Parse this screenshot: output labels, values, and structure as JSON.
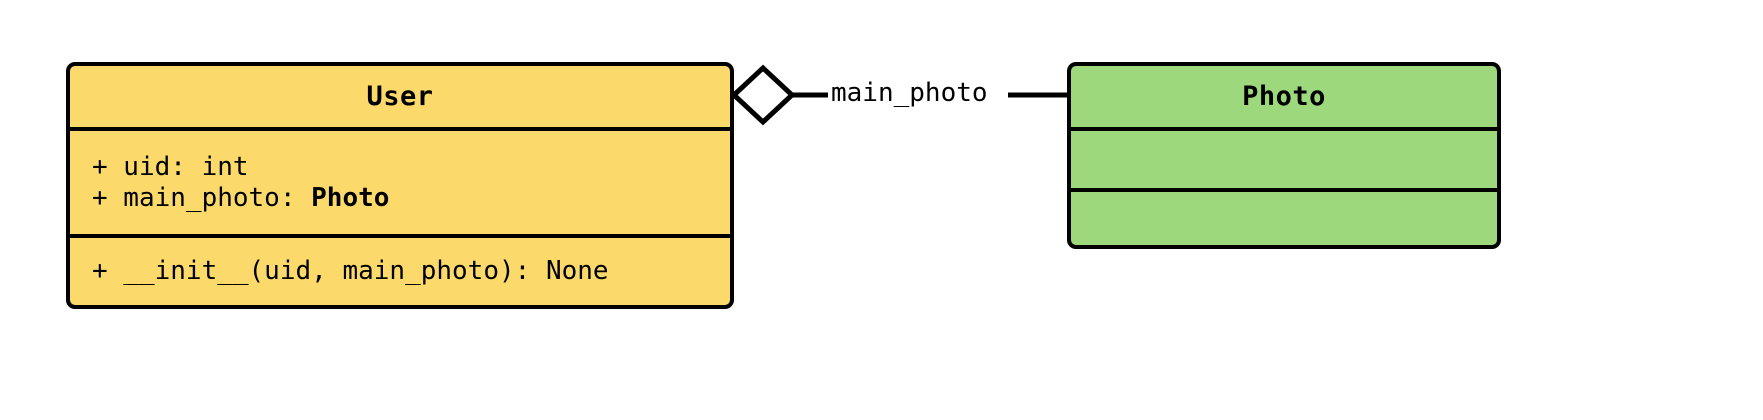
{
  "diagram": {
    "type": "uml-class-diagram",
    "background_color": "#FFFFFF",
    "stroke_color": "#000000",
    "classes": [
      {
        "id": "user",
        "name": "User",
        "fill_color": "#FCD96B",
        "attributes": [
          {
            "visibility": "+",
            "text": "+ uid: int",
            "prefix": "+ uid: int",
            "type_ref": ""
          },
          {
            "visibility": "+",
            "text": "+ main_photo: Photo",
            "prefix": "+ main_photo: ",
            "type_ref": "Photo"
          }
        ],
        "methods": [
          {
            "visibility": "+",
            "text": "+ __init__(uid, main_photo): None",
            "prefix": "+ __init__(uid, main_photo): None",
            "type_ref": ""
          }
        ]
      },
      {
        "id": "photo",
        "name": "Photo",
        "fill_color": "#9ED87C",
        "attributes": [],
        "methods": []
      }
    ],
    "relationships": [
      {
        "id": "main-photo-aggregation",
        "kind": "aggregation",
        "label": "main_photo",
        "source": "User",
        "target": "Photo",
        "marker": "hollow-diamond",
        "marker_fill": "#FFFFFF"
      }
    ]
  }
}
